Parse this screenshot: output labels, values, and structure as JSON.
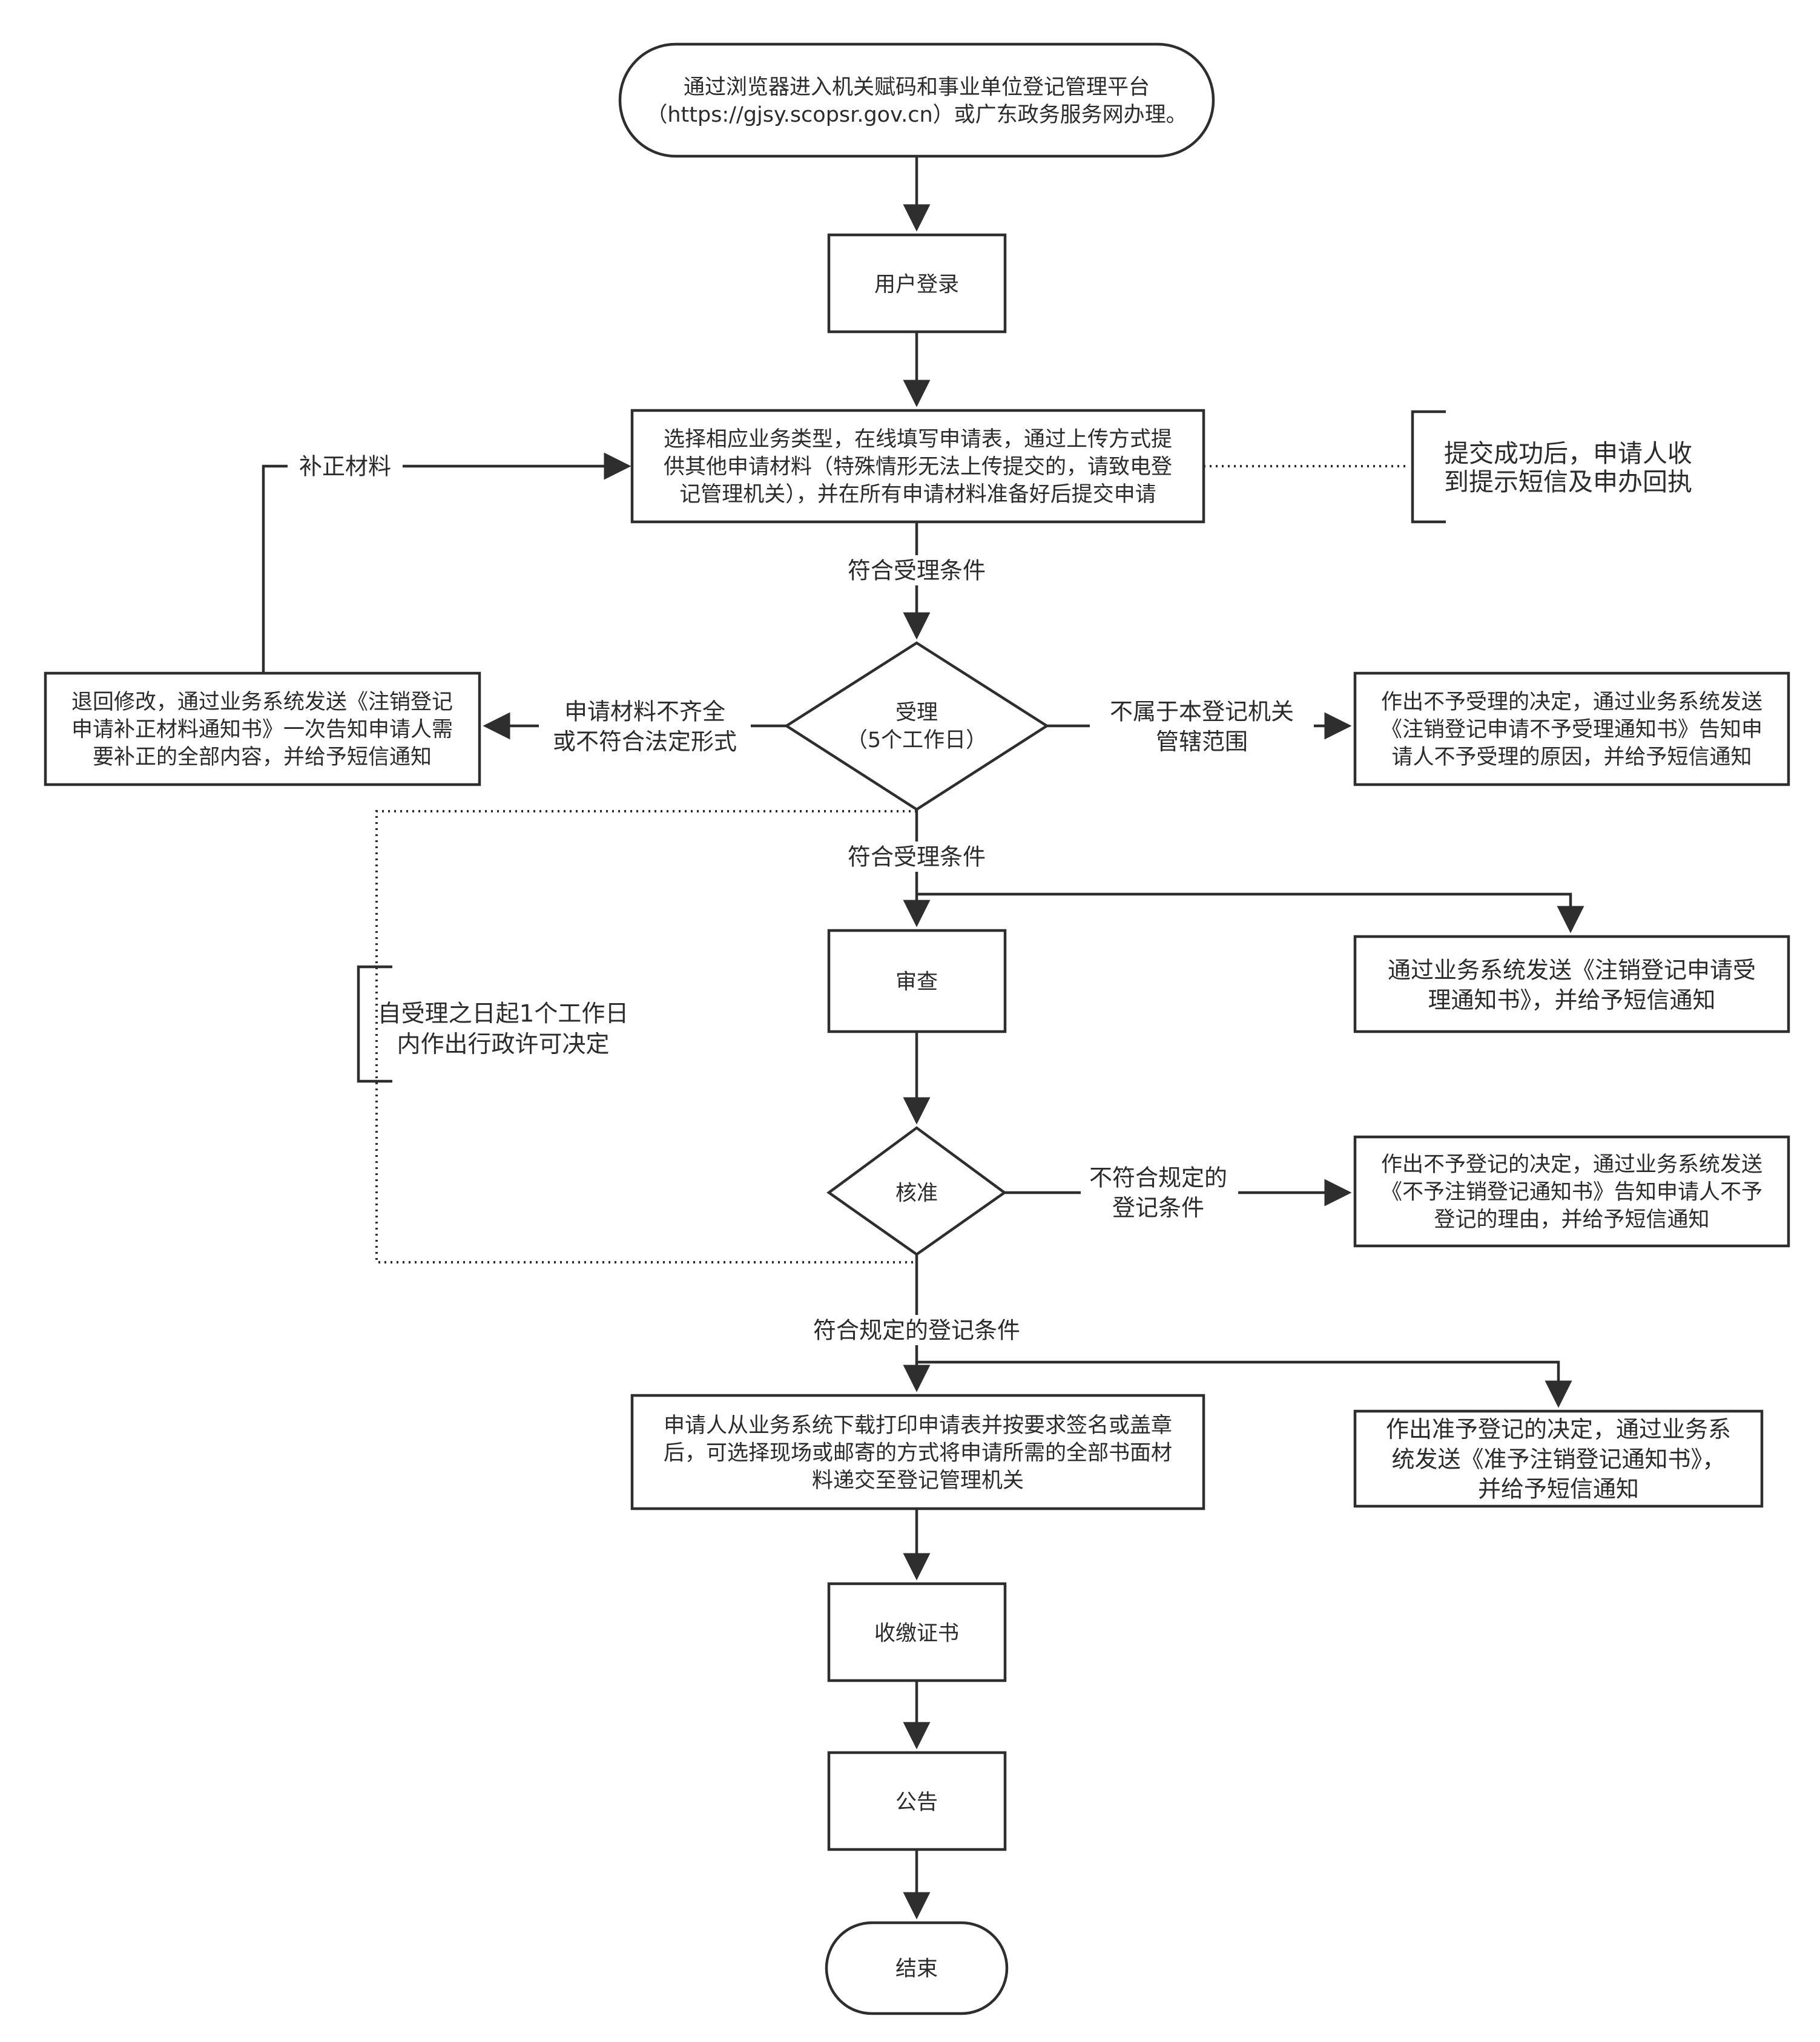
{
  "nodes": {
    "start": [
      "通过浏览器进入机关赋码和事业单位登记管理平台",
      "（https://gjsy.scopsr.gov.cn）或广东政务服务网办理。"
    ],
    "login": [
      "用户登录"
    ],
    "fill_form": [
      "选择相应业务类型，在线填写申请表，通过上传方式提",
      "供其他申请材料（特殊情形无法上传提交的，请致电登",
      "记管理机关），并在所有申请材料准备好后提交申请"
    ],
    "submit_note": [
      "提交成功后，申请人收",
      "到提示短信及申办回执"
    ],
    "accept": [
      "受理",
      "（5个工作日）"
    ],
    "supplement_notice": [
      "退回修改，通过业务系统发送《注销登记",
      "申请补正材料通知书》一次告知申请人需",
      "要补正的全部内容，并给予短信通知"
    ],
    "reject_acceptance": [
      "作出不予受理的决定，通过业务系统发送",
      "《注销登记申请不予受理通知书》告知申",
      "请人不予受理的原因，并给予短信通知"
    ],
    "review": [
      "审查"
    ],
    "acceptance_notice": [
      "通过业务系统发送《注销登记申请受",
      "理通知书》，并给予短信通知"
    ],
    "time_limit_note": [
      "自受理之日起1个工作日",
      "内作出行政许可决定"
    ],
    "approve": [
      "核准"
    ],
    "deny_registration": [
      "作出不予登记的决定，通过业务系统发送",
      "《不予注销登记通知书》告知申请人不予",
      "登记的理由，并给予短信通知"
    ],
    "print_submit": [
      "申请人从业务系统下载打印申请表并按要求签名或盖章",
      "后，可选择现场或邮寄的方式将申请所需的全部书面材",
      "料递交至登记管理机关"
    ],
    "grant_registration": [
      "作出准予登记的决定，通过业务系",
      "统发送《准予注销登记通知书》，",
      "并给予短信通知"
    ],
    "collect_certificate": [
      "收缴证书"
    ],
    "announce": [
      "公告"
    ],
    "end": [
      "结束"
    ]
  },
  "edge_labels": {
    "supplement_materials": [
      "补正材料"
    ],
    "meets_acceptance_1": [
      "符合受理条件"
    ],
    "incomplete_materials": [
      "申请材料不齐全",
      "或不符合法定形式"
    ],
    "out_of_jurisdiction": [
      "不属于本登记机关",
      "管辖范围"
    ],
    "meets_acceptance_2": [
      "符合受理条件"
    ],
    "not_meet_conditions": [
      "不符合规定的",
      "登记条件"
    ],
    "meets_registration": [
      "符合规定的登记条件"
    ]
  }
}
